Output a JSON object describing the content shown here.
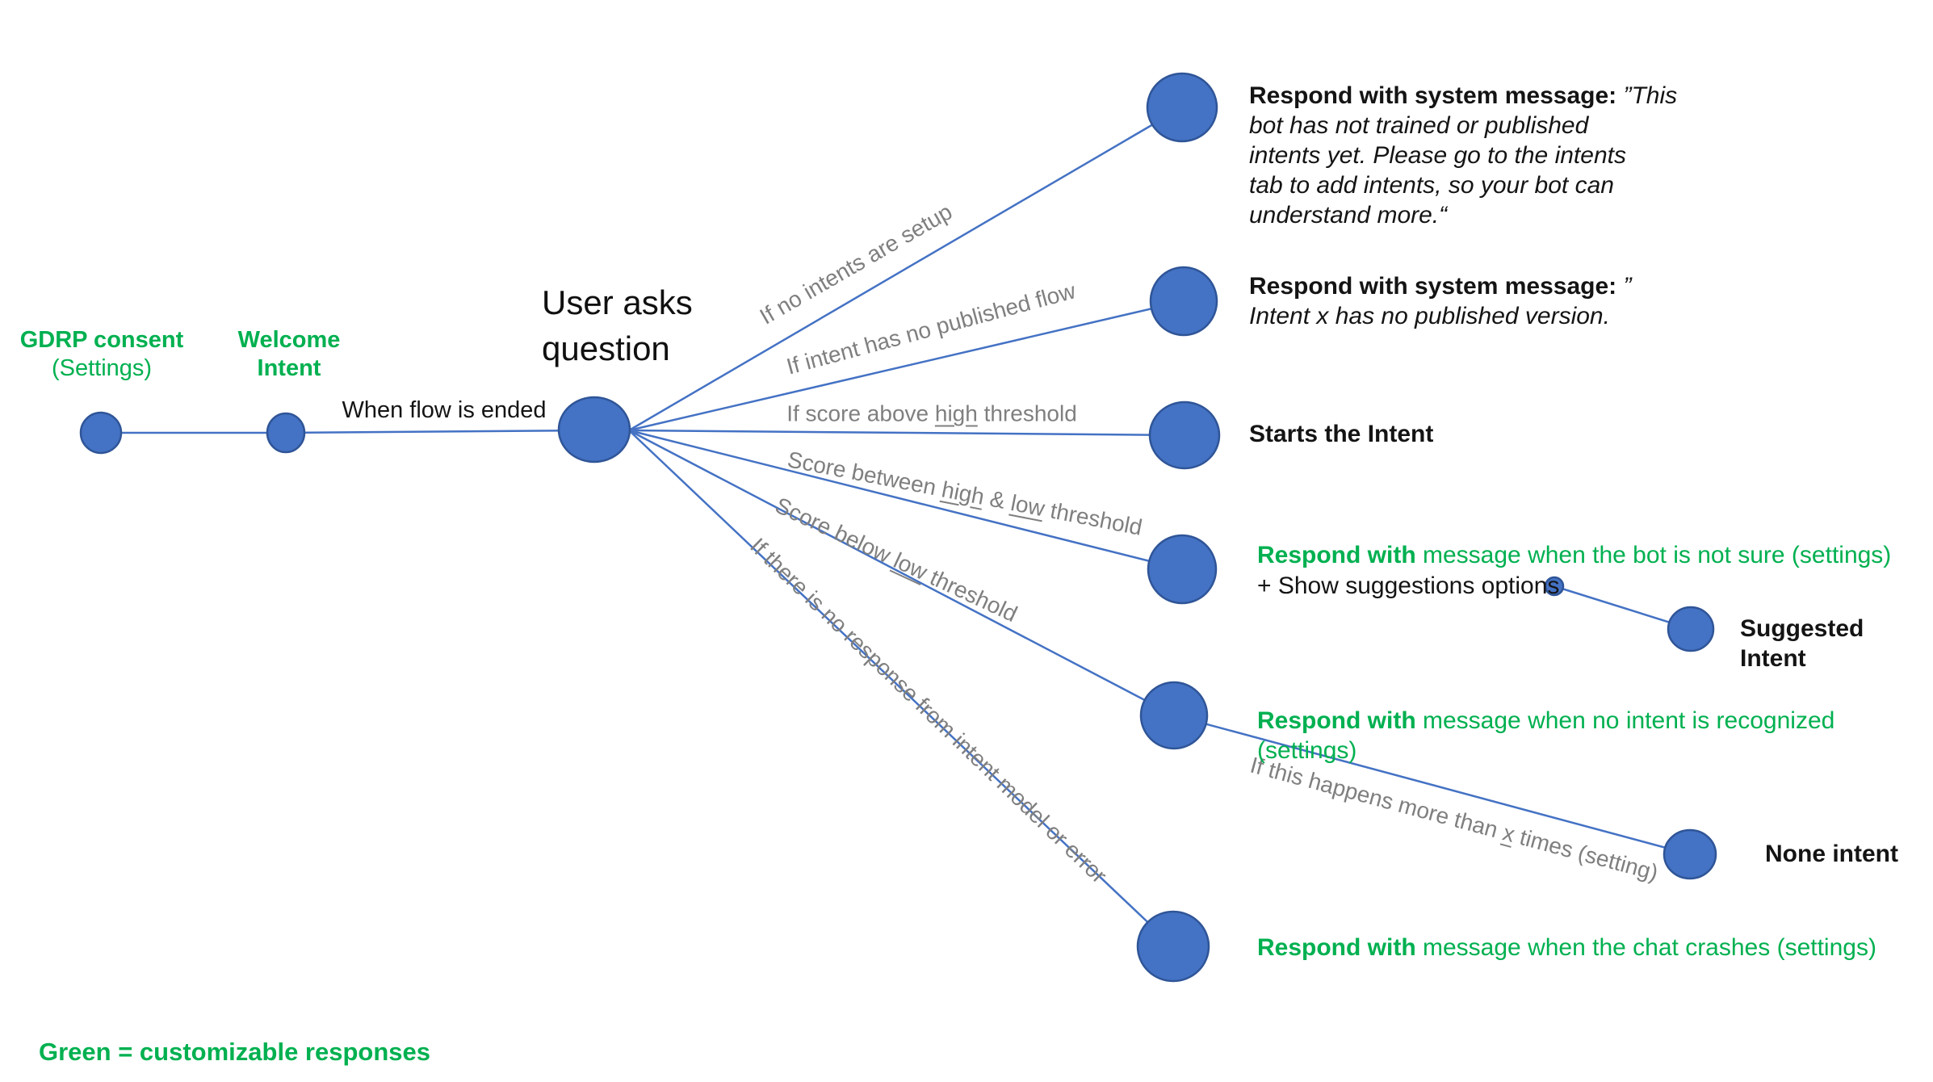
{
  "colors": {
    "node_fill": "#4472C4",
    "node_stroke": "#2F5597",
    "edge": "#4472C4",
    "green": "#00B050",
    "gray": "#7F7F7F",
    "ink": "#141414"
  },
  "title": {
    "text": "User asks\nquestion"
  },
  "legend": {
    "text": "Green = customizable responses"
  },
  "left_flow": {
    "gdrp_label": [
      {
        "t": "GDRP consent",
        "b": 1,
        "g": 1
      },
      {
        "t": "\n(Settings)",
        "g": 1
      }
    ],
    "welcome_label": [
      {
        "t": "Welcome\nIntent",
        "b": 1,
        "g": 1
      }
    ],
    "when_flow_ended": "When flow is ended"
  },
  "edge_labels": {
    "no_intents_setup": [
      {
        "t": "If no intents are setup"
      }
    ],
    "no_published_flow": [
      {
        "t": "If intent has no published flow"
      }
    ],
    "above_high": [
      {
        "t": "If score above "
      },
      {
        "t": "high",
        "u": 1
      },
      {
        "t": " threshold"
      }
    ],
    "between_high_low": [
      {
        "t": "Score between "
      },
      {
        "t": "high",
        "u": 1
      },
      {
        "t": " & "
      },
      {
        "t": "low",
        "u": 1
      },
      {
        "t": " threshold"
      }
    ],
    "below_low": [
      {
        "t": "Score below "
      },
      {
        "t": "low",
        "u": 1
      },
      {
        "t": " threshold"
      }
    ],
    "no_response_error": [
      {
        "t": "If there is no response from intent model or error"
      }
    ],
    "happens_x_times": [
      {
        "t": "If this happens more than "
      },
      {
        "t": "x",
        "u": 1
      },
      {
        "t": " times (setting)"
      }
    ]
  },
  "responses": {
    "system_msg_no_intents": [
      {
        "t": "Respond with system message: ",
        "b": 1
      },
      {
        "t": "”This\nbot has not trained or published\nintents yet. Please go to the intents\ntab to add intents, so your bot can\nunderstand more.“",
        "i": 1
      }
    ],
    "system_msg_no_published": [
      {
        "t": "Respond with system message: ",
        "b": 1
      },
      {
        "t": "”\nIntent x has no published version.",
        "i": 1
      }
    ],
    "starts_the_intent": [
      {
        "t": "Starts the Intent",
        "b": 1
      }
    ],
    "bot_not_sure": [
      {
        "t": "Respond with ",
        "b": 1,
        "g": 1
      },
      {
        "t": "message when the bot is not sure (settings)",
        "g": 1
      },
      {
        "t": "\n+ Show suggestions options"
      }
    ],
    "suggested_intent": [
      {
        "t": "Suggested Intent",
        "b": 1
      }
    ],
    "no_intent_recognized": [
      {
        "t": "Respond with ",
        "b": 1,
        "g": 1
      },
      {
        "t": "message when no intent is recognized (settings)",
        "g": 1
      }
    ],
    "none_intent": [
      {
        "t": "None intent",
        "b": 1
      }
    ],
    "chat_crashes": [
      {
        "t": "Respond with ",
        "b": 1,
        "g": 1
      },
      {
        "t": "message when the chat crashes (settings)",
        "g": 1
      }
    ]
  }
}
